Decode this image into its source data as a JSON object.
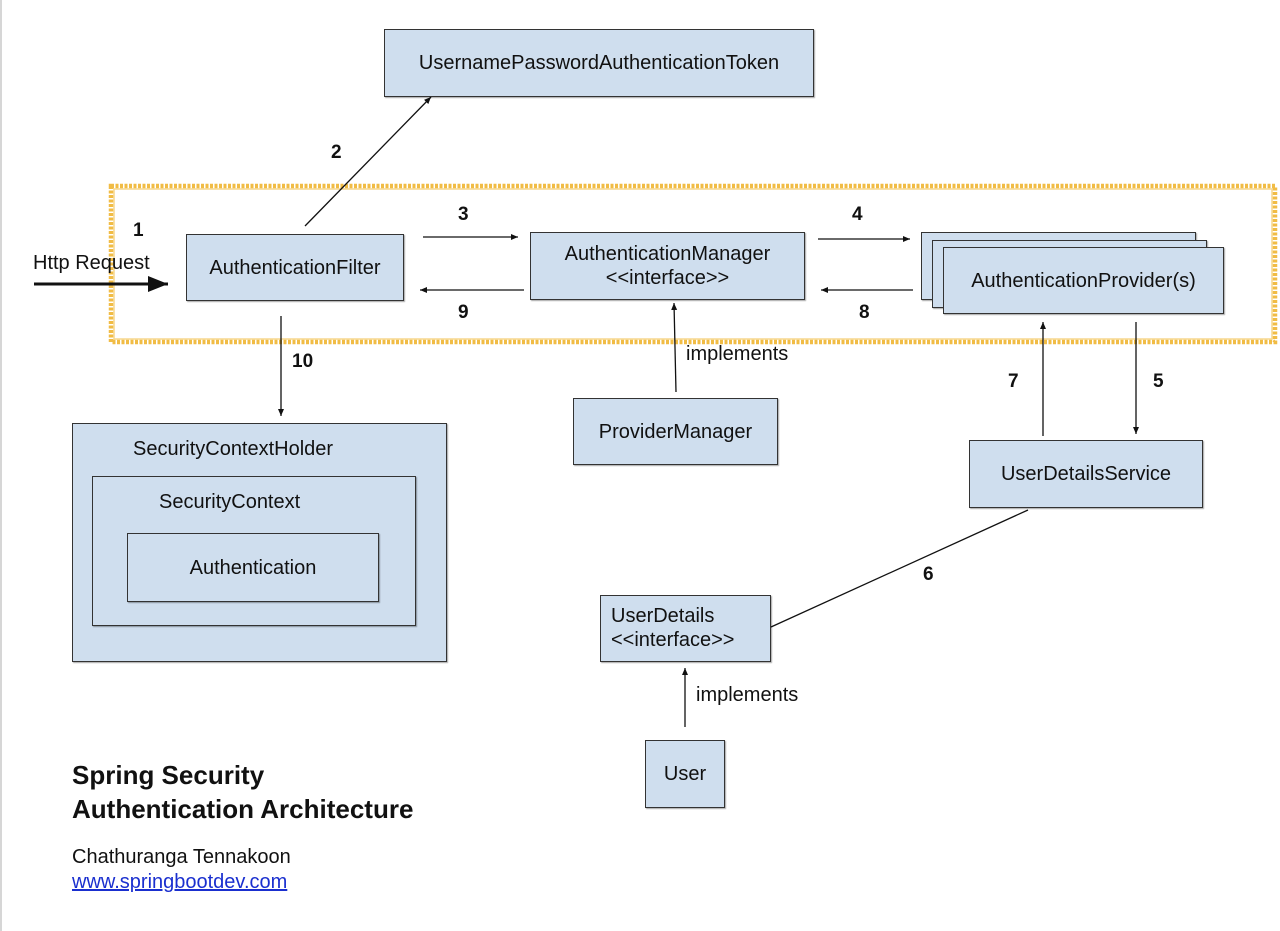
{
  "diagram": {
    "highlight_color": "#f0b531",
    "box_fill": "#cfdeee",
    "nodes": {
      "token": "UsernamePasswordAuthenticationToken",
      "filter": "AuthenticationFilter",
      "manager_name": "AuthenticationManager",
      "manager_stereotype": "<<interface>>",
      "provider": "AuthenticationProvider(s)",
      "provider_manager": "ProviderManager",
      "user_details_service": "UserDetailsService",
      "user_details_name": "UserDetails",
      "user_details_stereotype": "<<interface>>",
      "user": "User",
      "context_holder": "SecurityContextHolder",
      "context": "SecurityContext",
      "authentication": "Authentication"
    },
    "labels": {
      "http_request": "Http Request",
      "implements_manager": "implements",
      "implements_user": "implements"
    },
    "steps": {
      "s1": "1",
      "s2": "2",
      "s3": "3",
      "s4": "4",
      "s5": "5",
      "s6": "6",
      "s7": "7",
      "s8": "8",
      "s9": "9",
      "s10": "10"
    }
  },
  "footer": {
    "title_line1": "Spring Security",
    "title_line2": "Authentication Architecture",
    "author": "Chathuranga Tennakoon",
    "link": "www.springbootdev.com"
  }
}
